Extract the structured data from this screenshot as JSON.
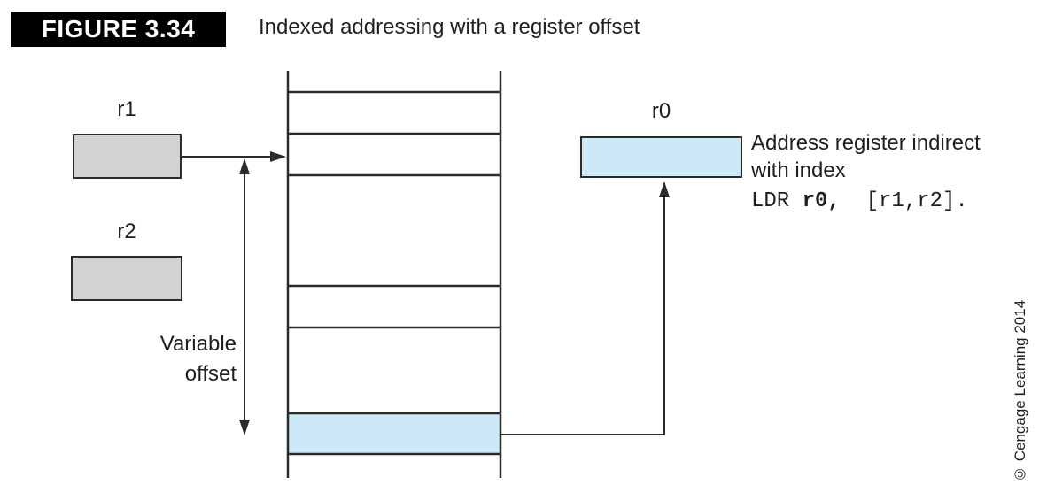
{
  "figure": {
    "label": "FIGURE 3.34",
    "title": "Indexed addressing with a register offset"
  },
  "registers": {
    "r1": "r1",
    "r2": "r2",
    "r0": "r0"
  },
  "memory": {
    "cell_count": 6,
    "variable_offset_label": "Variable offset"
  },
  "annotation": {
    "line1": "Address register indirect",
    "line2": "with index",
    "code_prefix": "LDR ",
    "code_register": "r0,",
    "code_suffix": "  [r1,r2]."
  },
  "copyright": "© Cengage Learning 2014",
  "colors": {
    "line": "#2b2b2b",
    "text": "#1f1f1f",
    "register-fill": "#d2d2d2",
    "highlight-fill": "#cde9f8",
    "figure-label-bg": "#000000",
    "figure-label-text": "#ffffff"
  }
}
